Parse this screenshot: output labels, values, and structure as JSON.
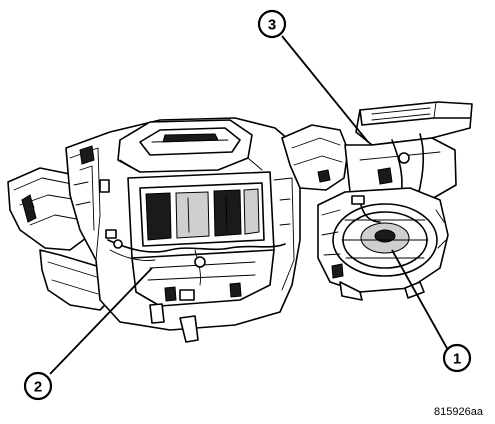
{
  "diagram": {
    "callouts": [
      {
        "label": "1",
        "points_to": "blower-motor-housing"
      },
      {
        "label": "2",
        "points_to": "heater-core-distribution-housing"
      },
      {
        "label": "3",
        "points_to": "air-inlet-door-housing"
      }
    ],
    "figure_id": "815926aa"
  },
  "colors": {
    "line": "#000000",
    "background": "#ffffff"
  }
}
